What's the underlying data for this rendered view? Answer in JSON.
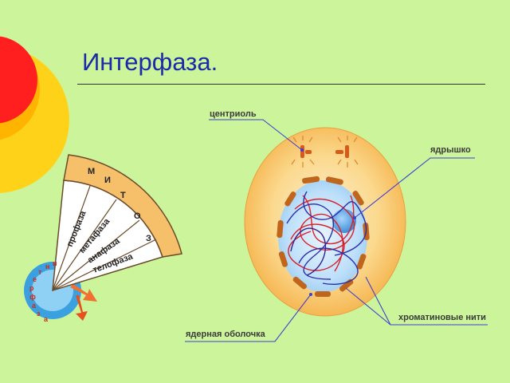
{
  "slide": {
    "title": "Интерфаза.",
    "colors": {
      "background": "#ccf59b",
      "title": "#1a2aa8",
      "cell": "#f7c56c",
      "nucleus": "#b8dcf8"
    }
  },
  "cycle_wheel": {
    "mitosis_label": [
      "М",
      "И",
      "Т",
      "О",
      "З"
    ],
    "interphase_label": [
      "и",
      "н",
      "т",
      "е",
      "р",
      "ф",
      "а",
      "з",
      "а"
    ],
    "phases": [
      "профаза",
      "метафаза",
      "анафаза",
      "телофаза"
    ]
  },
  "cell_diagram": {
    "labels": {
      "centriole": "центриоль",
      "nucleolus": "ядрышко",
      "nuclear_envelope": "ядерная оболочка",
      "chromatin": "хроматиновые нити"
    }
  }
}
